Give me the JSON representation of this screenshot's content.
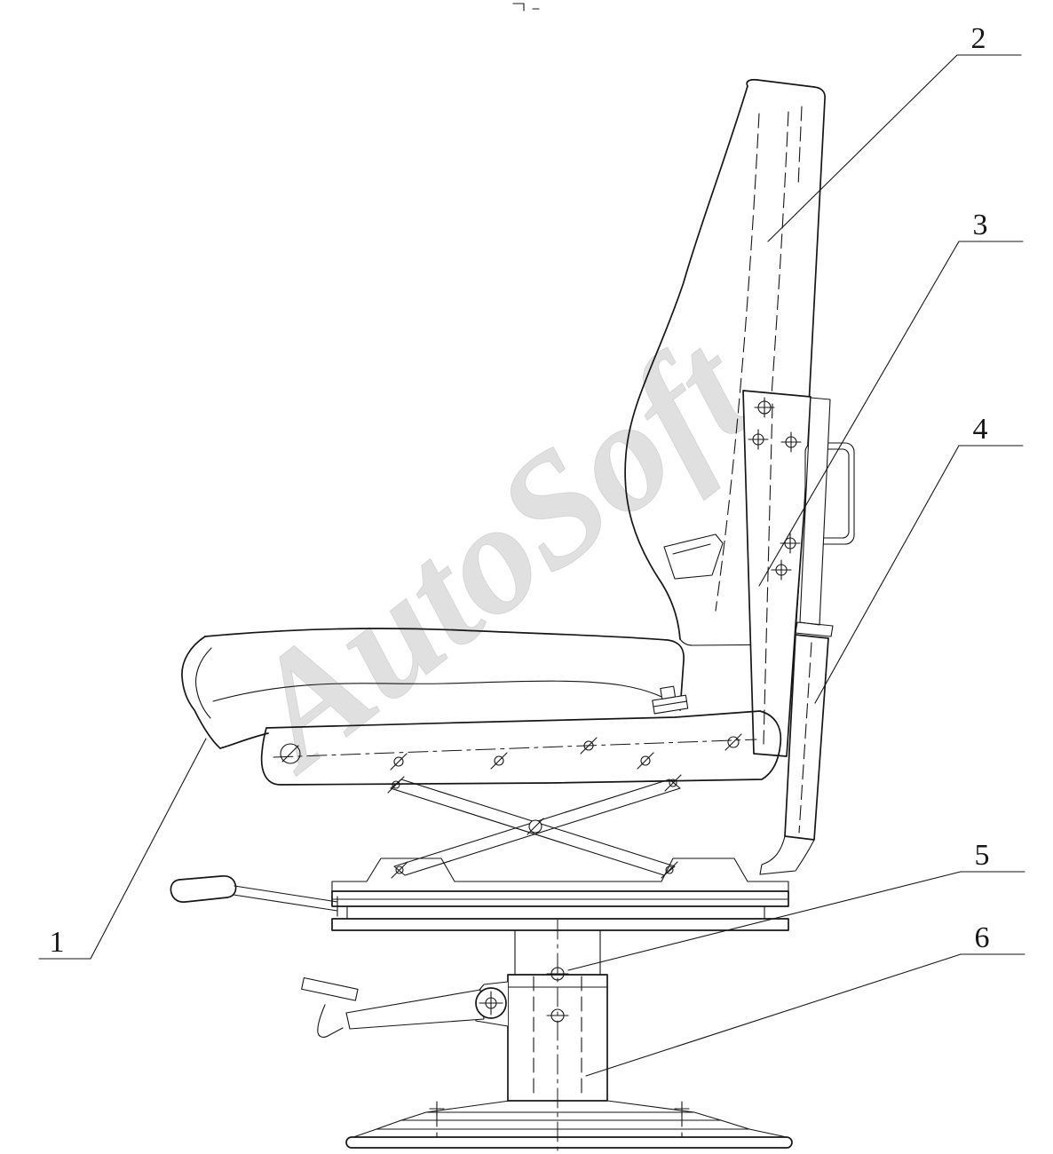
{
  "drawing": {
    "watermark": "AutoSoft",
    "callouts": [
      {
        "label": "1"
      },
      {
        "label": "2"
      },
      {
        "label": "3"
      },
      {
        "label": "4"
      },
      {
        "label": "5"
      },
      {
        "label": "6"
      }
    ]
  },
  "colors": {
    "line": "#161616",
    "watermark": "#c2c2c2",
    "background": "#ffffff"
  }
}
